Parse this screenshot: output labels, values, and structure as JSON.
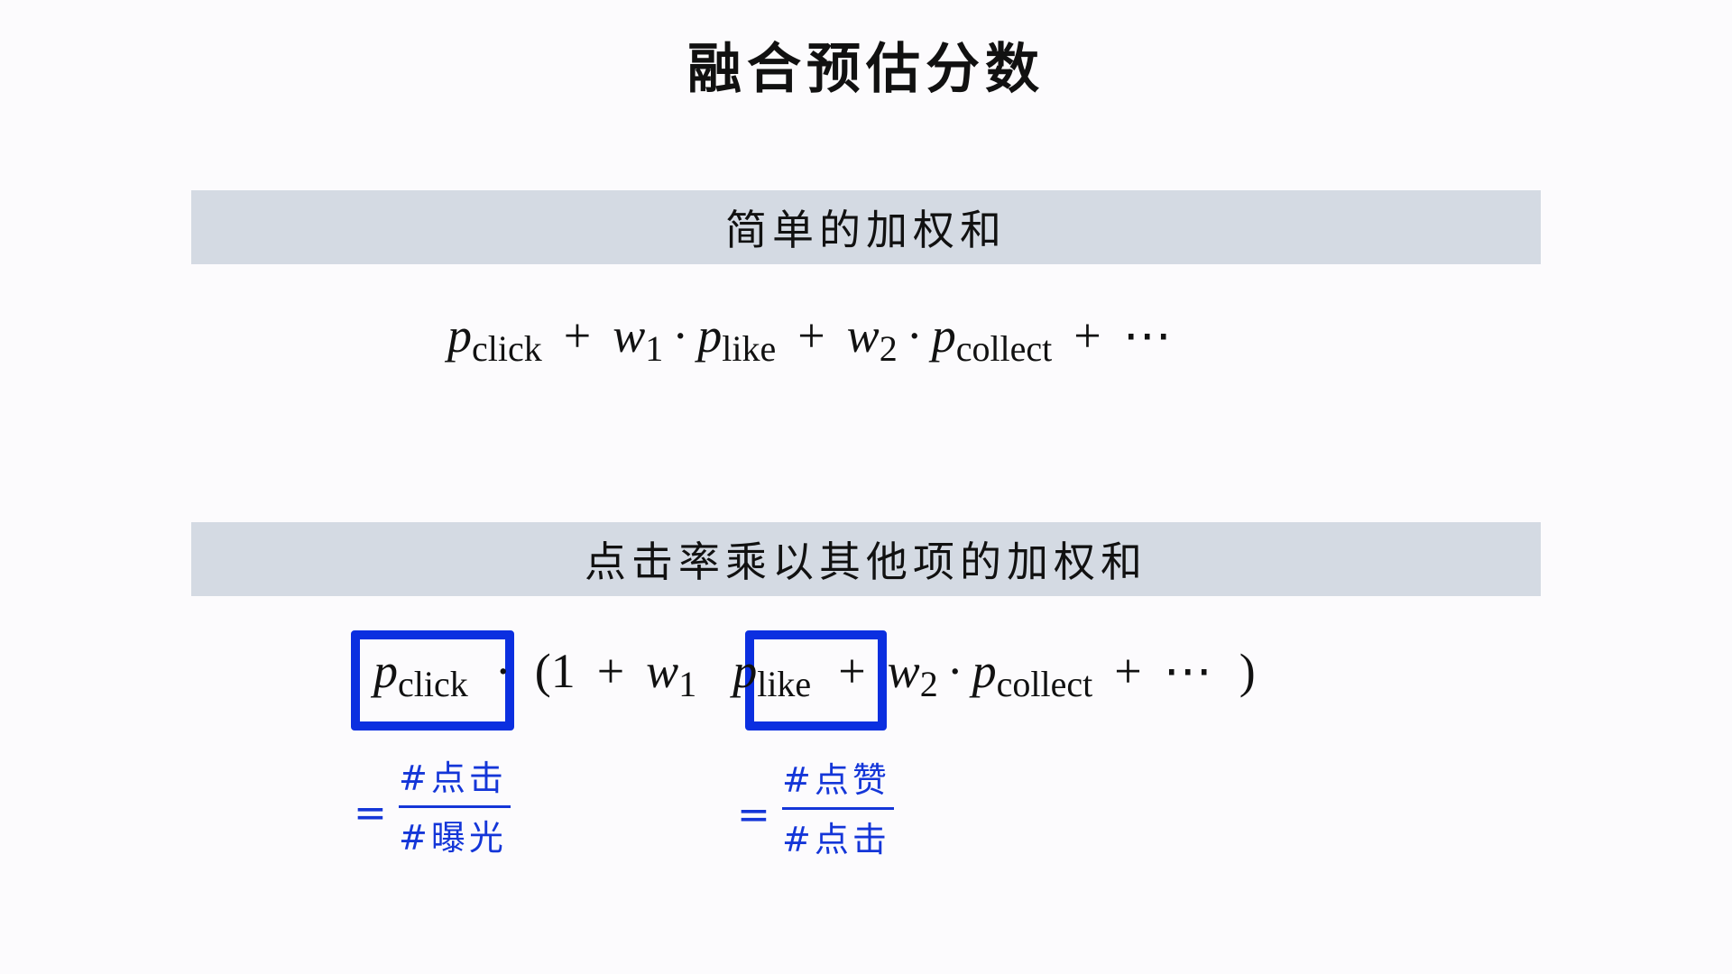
{
  "title": "融合预估分数",
  "section1": {
    "heading": "简单的加权和",
    "formula": {
      "p": "p",
      "click": "click",
      "plus": "+",
      "w": "w",
      "one": "1",
      "two": "2",
      "cdot": "·",
      "like": "like",
      "collect": "collect",
      "ellipsis": "⋯"
    }
  },
  "section2": {
    "heading": "点击率乘以其他项的加权和",
    "formula": {
      "p": "p",
      "click": "click",
      "cdot": "·",
      "lparen": "(",
      "one": "1",
      "plus": "+",
      "w": "w",
      "two": "2",
      "like": "like",
      "collect": "collect",
      "ellipsis": "⋯",
      "rparen": ")"
    },
    "click_fraction": {
      "eq": "=",
      "numerator": "#点击",
      "denominator": "#曝光"
    },
    "like_fraction": {
      "eq": "=",
      "numerator": "#点赞",
      "denominator": "#点击"
    },
    "highlight_color": "#0b2fe0"
  }
}
